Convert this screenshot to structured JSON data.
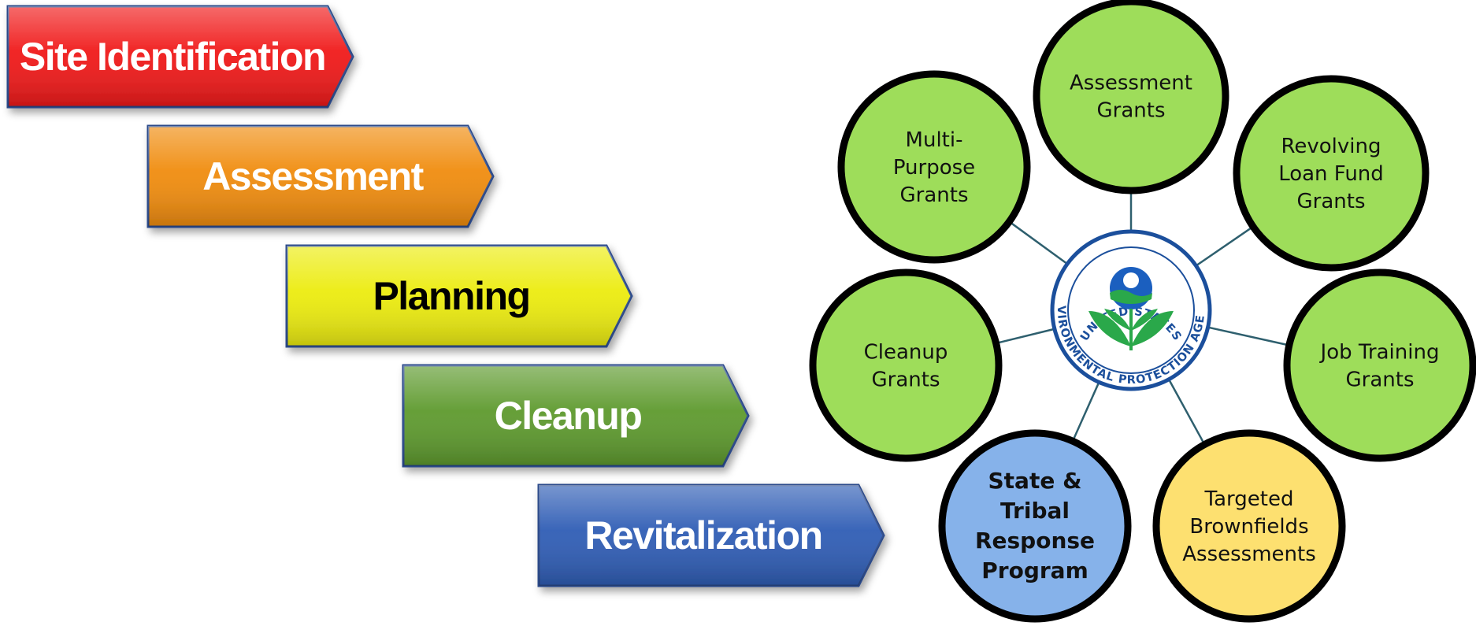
{
  "process_steps": [
    {
      "label": "Site Identification",
      "color": "#f01a1a",
      "text_color": "#ffffff"
    },
    {
      "label": "Assessment",
      "color": "#f08c0e",
      "text_color": "#ffffff"
    },
    {
      "label": "Planning",
      "color": "#ecec10",
      "text_color": "#000000"
    },
    {
      "label": "Cleanup",
      "color": "#5e9a2e",
      "text_color": "#ffffff"
    },
    {
      "label": "Revitalization",
      "color": "#2f5db5",
      "text_color": "#ffffff"
    }
  ],
  "hub": {
    "seal_top_text": "UNITED STATES",
    "seal_bottom_text": "ENVIRONMENTAL PROTECTION AGENCY",
    "seal_ring_color": "#1b4f9c",
    "leaf_color": "#2aa84a"
  },
  "programs": [
    {
      "lines": [
        "Assessment",
        "Grants"
      ],
      "fill": "#9edd5a",
      "bold": false
    },
    {
      "lines": [
        "Revolving",
        "Loan Fund",
        "Grants"
      ],
      "fill": "#9edd5a",
      "bold": false
    },
    {
      "lines": [
        "Job Training",
        "Grants"
      ],
      "fill": "#9edd5a",
      "bold": false
    },
    {
      "lines": [
        "Targeted",
        "Brownfields",
        "Assessments"
      ],
      "fill": "#fde070",
      "bold": false
    },
    {
      "lines": [
        "State &",
        "Tribal",
        "Response",
        "Program"
      ],
      "fill": "#86b2ea",
      "bold": true
    },
    {
      "lines": [
        "Cleanup",
        "Grants"
      ],
      "fill": "#9edd5a",
      "bold": false
    },
    {
      "lines": [
        "Multi-",
        "Purpose",
        "Grants"
      ],
      "fill": "#9edd5a",
      "bold": false
    }
  ]
}
